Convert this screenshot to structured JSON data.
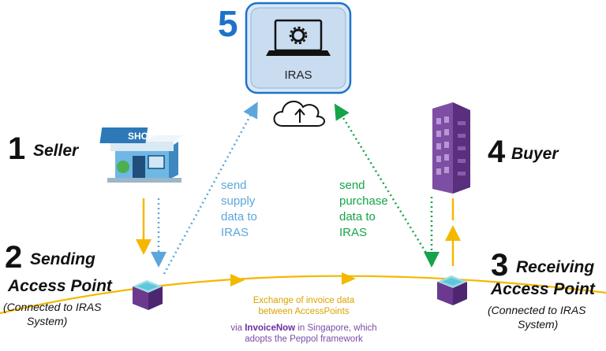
{
  "iras": {
    "number": "5",
    "label": "IRAS"
  },
  "seller": {
    "number": "1",
    "label": "Seller",
    "shop_sign": "SHOP"
  },
  "buyer": {
    "number": "4",
    "label": "Buyer"
  },
  "sending": {
    "number": "2",
    "line1": "Sending",
    "line2": "Access Point",
    "sub1": "(Connected to IRAS",
    "sub2": "System)"
  },
  "receiving": {
    "number": "3",
    "line1": "Receiving",
    "line2": "Access Point",
    "sub1": "(Connected to IRAS",
    "sub2": "System)"
  },
  "supply_note": [
    "send",
    "supply",
    "data to",
    "IRAS"
  ],
  "purchase_note": [
    "send",
    "purchase",
    "data to",
    "IRAS"
  ],
  "exchange": {
    "line1": "Exchange of invoice data",
    "line2": "between AccessPoints"
  },
  "via": {
    "prefix": "via ",
    "brand": "InvoiceNow",
    "suffix": " in Singapore, which",
    "line2": "adopts the Peppol framework"
  },
  "colors": {
    "accent_blue": "#1c73c9",
    "yellow": "#f4b800",
    "supply_blue": "#5ba6dc",
    "purchase_green": "#16a34a",
    "purple": "#6b3a8e",
    "via_purple": "#7a4ca8",
    "caption_yellow": "#d9a300"
  }
}
